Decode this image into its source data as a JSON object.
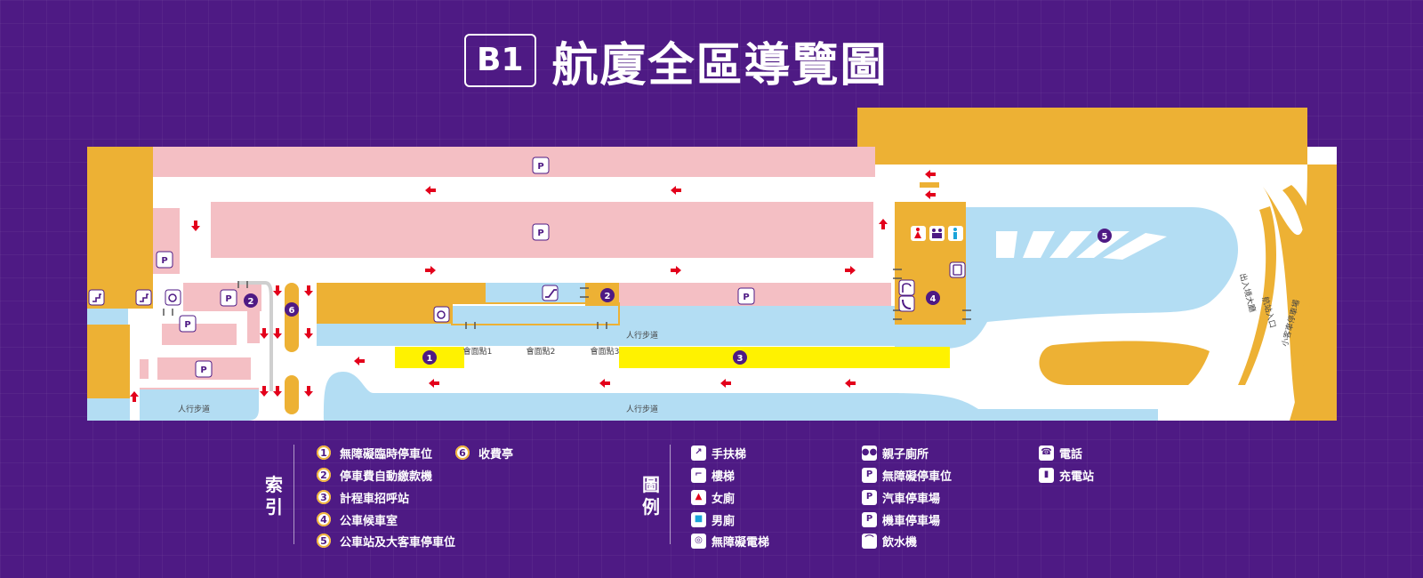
{
  "header": {
    "floor": "B1",
    "title": "航廈全區導覽圖"
  },
  "map": {
    "walkway_labels": [
      "人行步道",
      "人行步道",
      "人行步道"
    ],
    "meeting_points": [
      "會面點1",
      "會面點2",
      "會面點3"
    ],
    "right_labels": [
      "出入境大廳",
      "航站入口",
      "小客車停車場"
    ],
    "markers": [
      "1",
      "2",
      "2",
      "3",
      "4",
      "5",
      "6"
    ],
    "colors": {
      "parking": "#f4bfc4",
      "building": "#edb134",
      "walkway": "#b3ddf3",
      "taxi": "#fff200",
      "arrow": "#e3001b",
      "background": "#4e1a84"
    }
  },
  "index": {
    "title": "索引",
    "items": [
      {
        "num": "1",
        "label": "無障礙臨時停車位"
      },
      {
        "num": "2",
        "label": "停車費自動繳款機"
      },
      {
        "num": "3",
        "label": "計程車招呼站"
      },
      {
        "num": "4",
        "label": "公車候車室"
      },
      {
        "num": "5",
        "label": "公車站及大客車停車位"
      },
      {
        "num": "6",
        "label": "收費亭"
      }
    ]
  },
  "legend": {
    "title": "圖例",
    "items": [
      {
        "icon": "escalator-icon",
        "label": "手扶梯"
      },
      {
        "icon": "stairs-icon",
        "label": "樓梯"
      },
      {
        "icon": "female-restroom-icon",
        "label": "女廁"
      },
      {
        "icon": "male-restroom-icon",
        "label": "男廁"
      },
      {
        "icon": "accessible-elevator-icon",
        "label": "無障礙電梯"
      },
      {
        "icon": "family-restroom-icon",
        "label": "親子廁所"
      },
      {
        "icon": "accessible-parking-icon",
        "label": "無障礙停車位"
      },
      {
        "icon": "car-parking-icon",
        "label": "汽車停車場"
      },
      {
        "icon": "motorcycle-parking-icon",
        "label": "機車停車場"
      },
      {
        "icon": "water-fountain-icon",
        "label": "飲水機"
      },
      {
        "icon": "phone-icon",
        "label": "電話"
      },
      {
        "icon": "charging-station-icon",
        "label": "充電站"
      }
    ]
  }
}
